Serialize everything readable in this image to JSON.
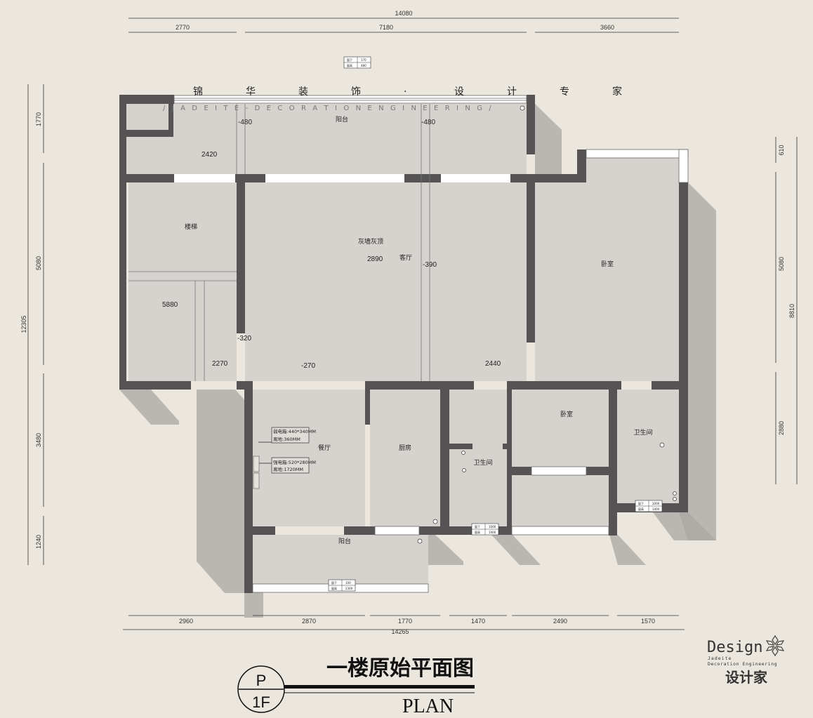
{
  "banner": {
    "chinese": [
      "锦",
      "华",
      "装",
      "饰",
      "·",
      "设",
      "计",
      "专",
      "家"
    ],
    "english": "/ J A D E I T E - D E C O R A T I O N   E N G I N E E R I N G /"
  },
  "dimensions": {
    "top_total": "14080",
    "top": [
      "2770",
      "7180",
      "3660"
    ],
    "left_total": "12305",
    "left": [
      "1770",
      "5080",
      "3480",
      "1240"
    ],
    "right_total": "8810",
    "right": [
      "610",
      "5080",
      "2880"
    ],
    "bottom_total": "14265",
    "bottom": [
      "2960",
      "2870",
      "1770",
      "1470",
      "2490",
      "1570"
    ]
  },
  "rooms": {
    "balcony_top": "阳台",
    "stairs": "楼梯",
    "living_note": "灰墙灰顶",
    "living": "客厅",
    "bedroom_main": "卧室",
    "bedroom_2": "卧室",
    "bathroom_1": "卫生间",
    "bathroom_2": "卫生间",
    "dining": "餐厅",
    "kitchen": "厨房",
    "balcony_bottom": "阳台"
  },
  "elevations": [
    "-480",
    "-480",
    "2420",
    "2890",
    "-390",
    "5880",
    "-320",
    "2270",
    "-270",
    "2440"
  ],
  "annotations": {
    "box1_line1": "弱电箱:440*340MM",
    "box1_line2": "离地:360MM",
    "box2_line1": "强电箱:520*280MM",
    "box2_line2": "离地:1720MM"
  },
  "window_tags": [
    {
      "sill_label": "窗下",
      "sill": "170",
      "height_label": "窗高",
      "height": "480"
    },
    {
      "sill_label": "窗下",
      "sill": "1000",
      "height_label": "窗高",
      "height": "1400"
    },
    {
      "sill_label": "窗下",
      "sill": "1000",
      "height_label": "窗高",
      "height": "1400"
    },
    {
      "sill_label": "窗下",
      "sill": "100",
      "height_label": "窗高",
      "height": "2300"
    }
  ],
  "title": {
    "main": "一楼原始平面图",
    "sub": "PLAN",
    "badge_top": "P",
    "badge_bottom": "1F"
  },
  "logo": {
    "word": "Design",
    "line1": "Jadeite",
    "line2": "Decoration Engineering",
    "chinese": "设计家"
  }
}
